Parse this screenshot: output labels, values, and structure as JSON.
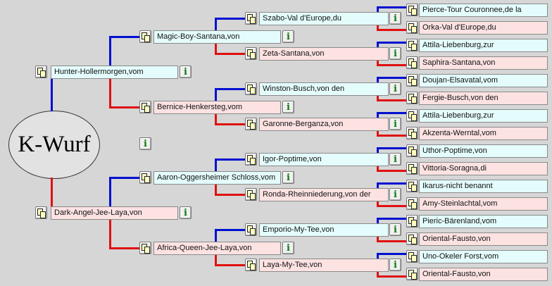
{
  "litter": {
    "title": "K-Wurf"
  },
  "colors": {
    "male_line": "#0010d0",
    "female_line": "#e01010",
    "male_box": "#e4fcfc",
    "female_box": "#fde2e2"
  },
  "icons": {
    "copy": "copy-icon",
    "info": "info-icon",
    "info_glyph": "i"
  },
  "generations": [
    [
      "Hunter-Hollermorgen,vom",
      "Dark-Angel-Jee-Laya,von"
    ],
    [
      "Magic-Boy-Santana,von",
      "Bernice-Henkersteg,vom",
      "Aaron-Oggersheimer Schloss,vom",
      "Africa-Queen-Jee-Laya,von"
    ],
    [
      "Szabo-Val d'Europe,du",
      "Zeta-Santana,von",
      "Winston-Busch,von den",
      "Garonne-Berganza,von",
      "Igor-Poptime,von",
      "Ronda-Rheinniederung,von der",
      "Emporio-My-Tee,von",
      "Laya-My-Tee,von"
    ],
    [
      "Pierce-Tour Couronnee,de la",
      "Orka-Val d'Europe,du",
      "Attila-Liebenburg,zur",
      "Saphira-Santana,von",
      "Doujan-Elsavatal,vom",
      "Fergie-Busch,von den",
      "Attila-Liebenburg,zur",
      "Akzenta-Werntal,vom",
      "Uthor-Poptime,von",
      "Vittoria-Soragna,di",
      "Ikarus-nicht benannt",
      "Amy-Steinlachtal,vom",
      "Pieric-Bärenland,vom",
      "Oriental-Fausto,von",
      "Uno-Okeler Forst,vom",
      "Oriental-Fausto,von"
    ]
  ]
}
